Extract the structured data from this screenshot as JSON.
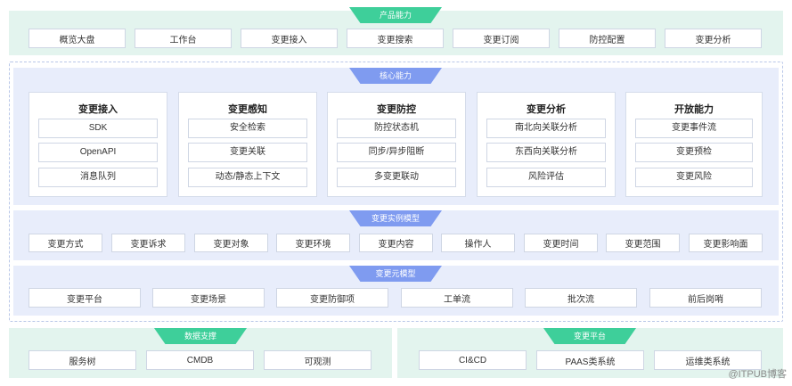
{
  "product": {
    "tab": "产品能力",
    "items": [
      "概览大盘",
      "工作台",
      "变更接入",
      "变更搜索",
      "变更订阅",
      "防控配置",
      "变更分析"
    ]
  },
  "core": {
    "tab": "核心能力",
    "cards": [
      {
        "title": "变更接入",
        "items": [
          "SDK",
          "OpenAPI",
          "消息队列"
        ]
      },
      {
        "title": "变更感知",
        "items": [
          "安全检索",
          "变更关联",
          "动态/静态上下文"
        ]
      },
      {
        "title": "变更防控",
        "items": [
          "防控状态机",
          "同步/异步阻断",
          "多变更联动"
        ]
      },
      {
        "title": "变更分析",
        "items": [
          "南北向关联分析",
          "东西向关联分析",
          "风险评估"
        ]
      },
      {
        "title": "开放能力",
        "items": [
          "变更事件流",
          "变更预检",
          "变更风险"
        ]
      }
    ]
  },
  "instance_model": {
    "tab": "变更实例模型",
    "items": [
      "变更方式",
      "变更诉求",
      "变更对象",
      "变更环境",
      "变更内容",
      "操作人",
      "变更时间",
      "变更范围",
      "变更影响面"
    ]
  },
  "meta_model": {
    "tab": "变更元模型",
    "items": [
      "变更平台",
      "变更场景",
      "变更防御项",
      "工单流",
      "批次流",
      "前后岗哨"
    ]
  },
  "data_support": {
    "tab": "数据支撑",
    "items": [
      "服务树",
      "CMDB",
      "可观测"
    ]
  },
  "change_platform": {
    "tab": "变更平台",
    "items": [
      "CI&CD",
      "PAAS类系统",
      "运维类系统"
    ]
  },
  "watermark": "@ITPUB博客",
  "colors": {
    "green_tab": "#3ecf9a",
    "blue_tab": "#7f9bf0",
    "green_band": "#e3f4ee",
    "blue_band": "#e8edfb"
  }
}
